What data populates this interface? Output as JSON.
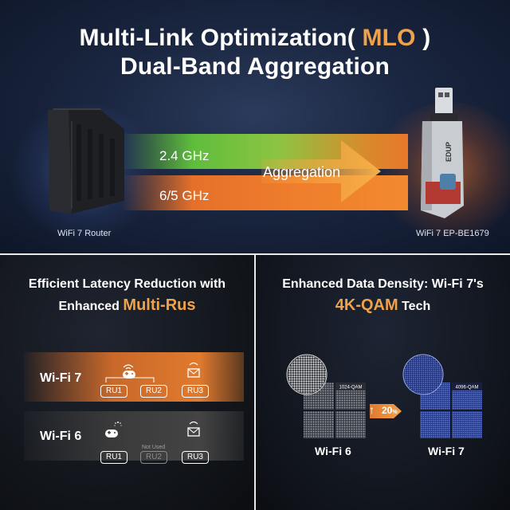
{
  "top": {
    "title_line1_prefix": "Multi-Link Optimization(",
    "title_line1_accent": "MLO",
    "title_line1_suffix": ")",
    "title_line2": "Dual-Band Aggregation",
    "band1": "2.4 GHz",
    "band2": "6/5 GHz",
    "aggregation": "Aggregation",
    "router_label": "WiFi 7 Router",
    "dongle_label": "WiFi 7 EP-BE1679",
    "dongle_brand": "EDUP"
  },
  "latency": {
    "title_line1": "Efficient Latency Reduction with",
    "title_line2_prefix": "Enhanced",
    "title_line2_accent": "Multi-Rus",
    "wifi7": {
      "label": "Wi-Fi 7",
      "ru": [
        "RU1",
        "RU2",
        "RU3"
      ]
    },
    "wifi6": {
      "label": "Wi-Fi 6",
      "ru": [
        "RU1",
        "RU2",
        "RU3"
      ],
      "not_used": "Not Used"
    }
  },
  "density": {
    "title_line1": "Enhanced Data Density: Wi-Fi 7's",
    "title_line2_accent": "4K-QAM",
    "title_line2_suffix": "Tech",
    "wifi6": {
      "label": "Wi-Fi 6",
      "qam": "1024-QAM"
    },
    "wifi7": {
      "label": "Wi-Fi 7",
      "qam": "4096-QAM"
    },
    "gain": "20",
    "gain_unit": "%"
  },
  "colors": {
    "accent": "#f0a24a",
    "green_beam": "#5fbd3c",
    "orange_beam": "#ee7d2c",
    "wifi7_row": "#e07a2e",
    "wifi6_row": "#444444",
    "qam7_blue": "#2a3f8f"
  },
  "icons": [
    "router-icon",
    "usb-dongle-icon",
    "arrow-right-icon",
    "gamepad-icon",
    "envelope-icon",
    "wifi-signal-icon",
    "loading-icon",
    "up-arrow-icon"
  ]
}
